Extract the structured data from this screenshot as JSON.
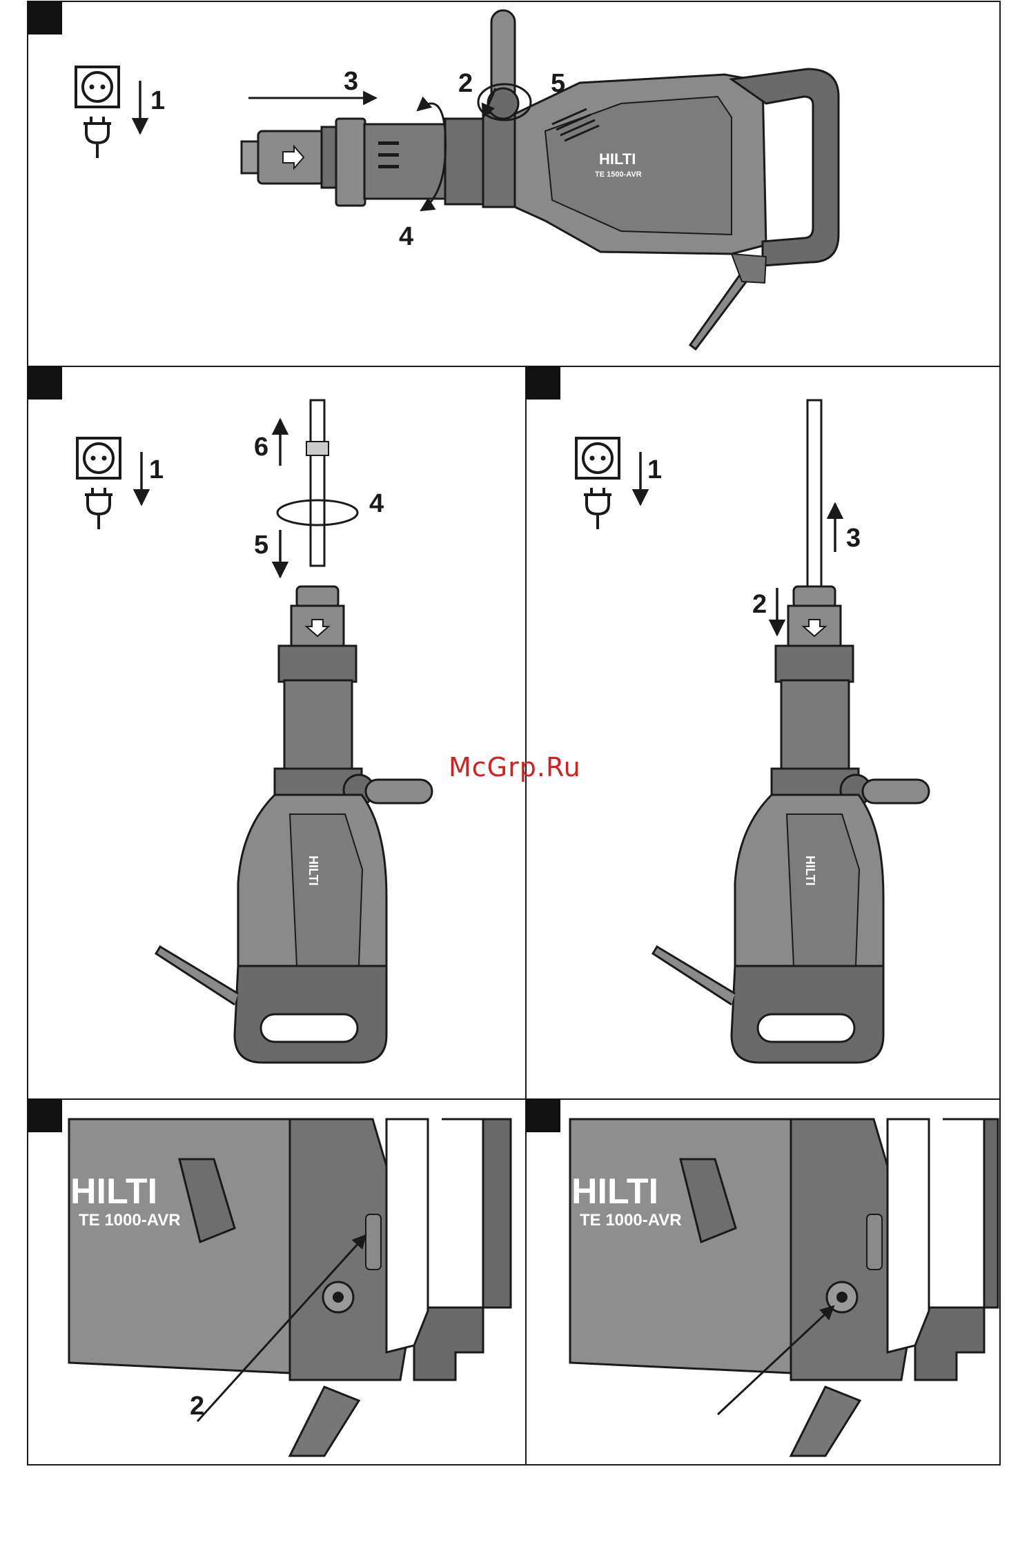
{
  "watermark": "McGrp.Ru",
  "colors": {
    "tool_body": "#8a8a8a",
    "tool_dark": "#3c3c3c",
    "outline": "#1a1a1a",
    "panel_tab": "#111111",
    "watermark": "#d42020"
  },
  "brand": {
    "logo": "HILTI",
    "model_large": "TE 1500-AVR",
    "model_closeup": "TE 1000-AVR"
  },
  "panels": {
    "p1": {
      "steps": [
        "1",
        "3",
        "2",
        "5",
        "4"
      ]
    },
    "p2": {
      "steps": [
        "1",
        "6",
        "4",
        "5"
      ]
    },
    "p3": {
      "steps": [
        "1",
        "3",
        "2"
      ]
    },
    "p4": {
      "steps": [
        "2"
      ]
    },
    "p5": {
      "steps": []
    }
  },
  "icons": [
    "power-socket-icon",
    "power-plug-icon",
    "down-arrow-icon"
  ]
}
